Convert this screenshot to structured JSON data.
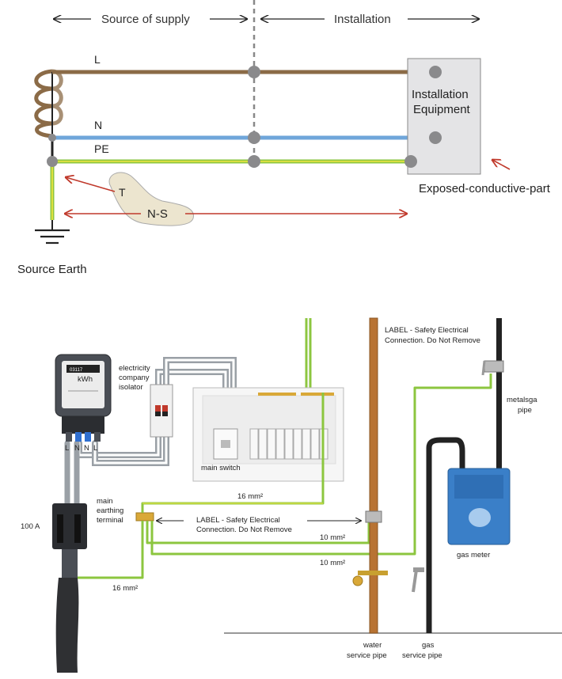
{
  "header": {
    "source_of_supply": "Source of supply",
    "installation": "Installation"
  },
  "top": {
    "line_L": "L",
    "line_N": "N",
    "line_PE": "PE",
    "equipment_line1": "Installation",
    "equipment_line2": "Equipment",
    "exposed_part": "Exposed-conductive-part",
    "t_label": "T",
    "ns_label": "N-S",
    "source_earth": "Source Earth"
  },
  "bottom": {
    "meter_reading": "03117",
    "meter_unit": "kWh",
    "meter_terminals": [
      "L",
      "N",
      "N",
      "L"
    ],
    "isolator_line1": "electricity",
    "isolator_line2": "company",
    "isolator_line3": "isolator",
    "main_switch": "main switch",
    "label_top_line1": "LABEL - Safety Electrical",
    "label_top_line2": "Connection. Do Not Remove",
    "metal_pipe_line1": "metalsga",
    "metal_pipe_line2": "pipe",
    "amp_rating": "100 A",
    "met_line1": "main",
    "met_line2": "earthing",
    "met_line3": "terminal",
    "label_mid_line1": "LABEL - Safety Electrical",
    "label_mid_line2": "Connection. Do Not Remove",
    "size_16_top": "16 mm²",
    "size_10_a": "10 mm²",
    "size_10_b": "10 mm²",
    "size_16_bottom": "16 mm²",
    "gas_meter": "gas meter",
    "water_pipe_line1": "water",
    "water_pipe_line2": "service pipe",
    "gas_pipe_line1": "gas",
    "gas_pipe_line2": "service pipe"
  },
  "colors": {
    "line_L": "#8b6b47",
    "line_N": "#6fa6da",
    "line_PE_green": "#8cc63f",
    "line_PE_yellow": "#f2e640",
    "arrow_red": "#c0392b",
    "box_fill": "#e4e4e6",
    "gas_meter": "#3a7fc8",
    "copper_pipe": "#b87333"
  }
}
